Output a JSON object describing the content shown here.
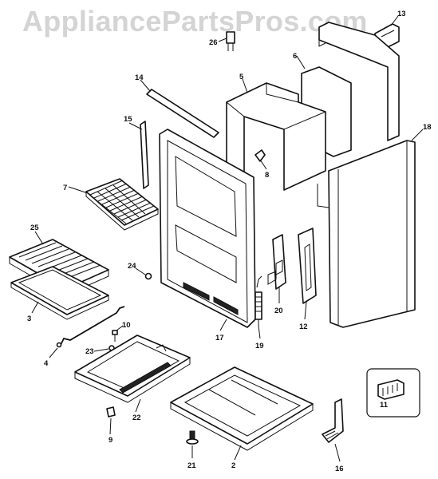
{
  "watermark": "AppliancePartsPros.com",
  "callouts": {
    "n2": "2",
    "n3": "3",
    "n4": "4",
    "n5": "5",
    "n6": "6",
    "n7": "7",
    "n8": "8",
    "n9": "9",
    "n10": "10",
    "n11": "11",
    "n12": "12",
    "n13": "13",
    "n14": "14",
    "n15": "15",
    "n16": "16",
    "n17": "17",
    "n18": "18",
    "n19": "19",
    "n20": "20",
    "n21": "21",
    "n22": "22",
    "n23": "23",
    "n24": "24",
    "n25": "25",
    "n26": "26"
  }
}
